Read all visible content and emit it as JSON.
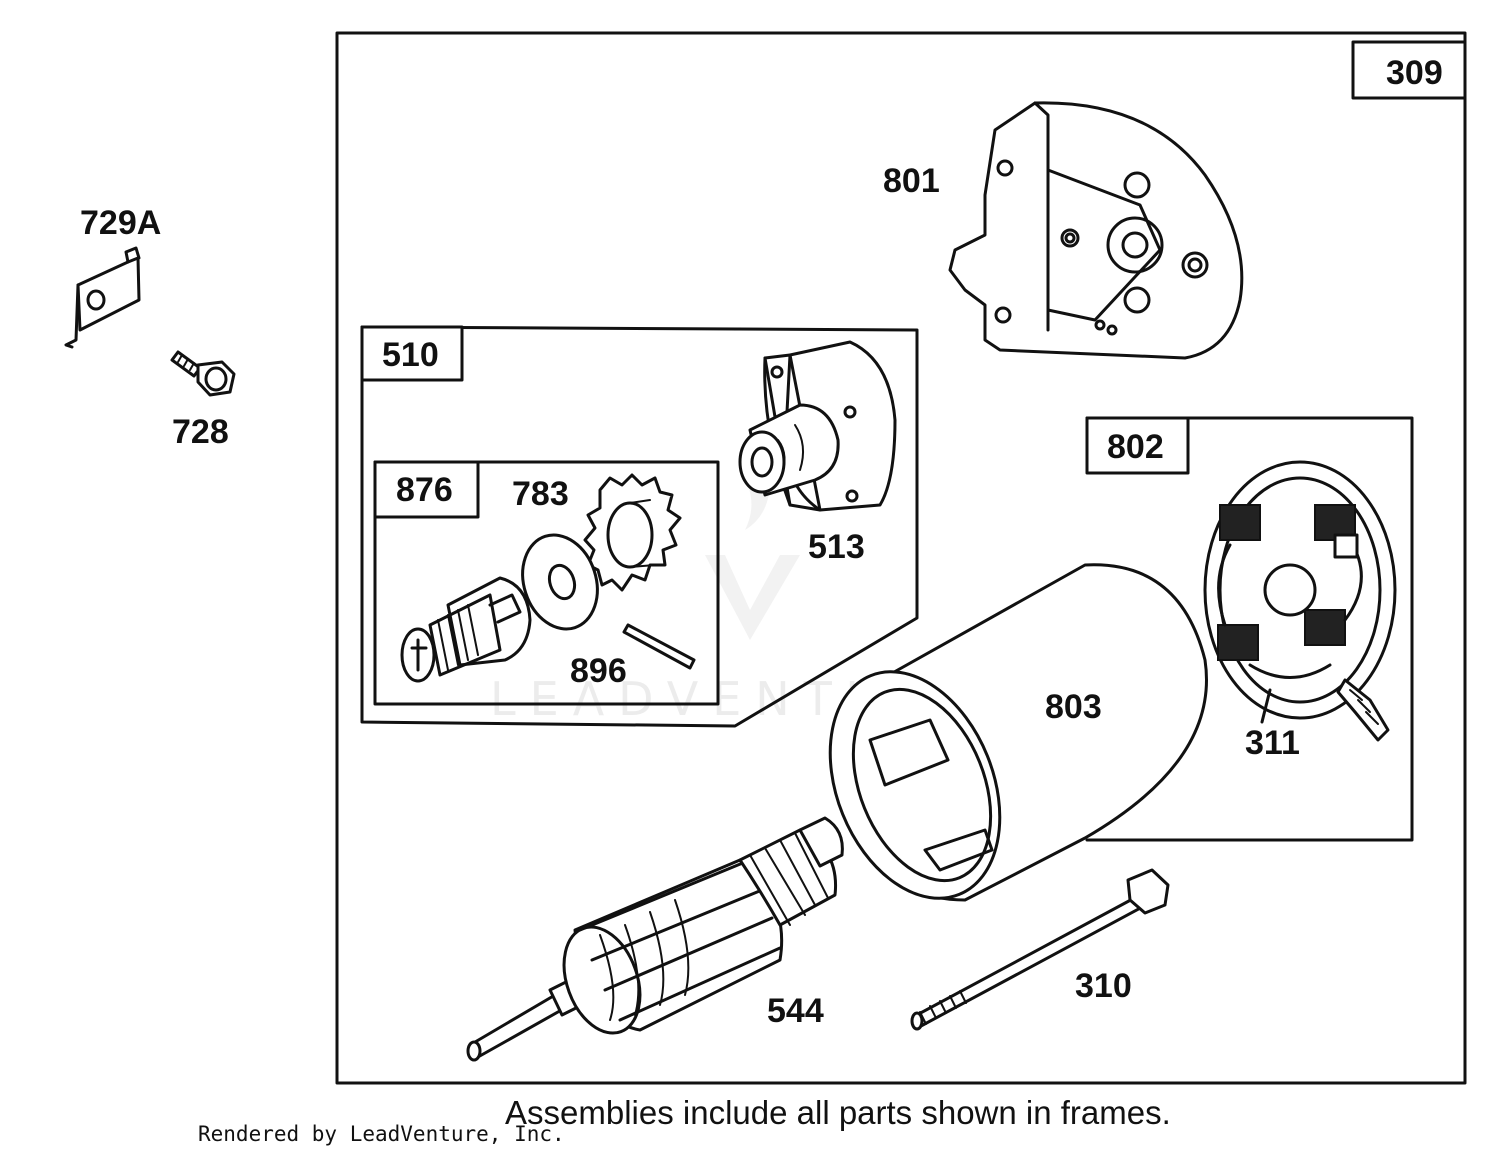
{
  "frames": {
    "main": {
      "label": "309"
    },
    "drive_assembly": {
      "label": "510"
    },
    "drive_subassembly": {
      "label": "876"
    },
    "brush_assembly": {
      "label": "802"
    }
  },
  "parts": {
    "p729a": "729A",
    "p728": "728",
    "p801": "801",
    "p783": "783",
    "p513": "513",
    "p896": "896",
    "p803": "803",
    "p311": "311",
    "p544": "544",
    "p310": "310"
  },
  "watermark": "LEADVENTURE",
  "caption": "Assemblies include all parts shown in frames.",
  "credit": "Rendered by LeadVenture, Inc."
}
